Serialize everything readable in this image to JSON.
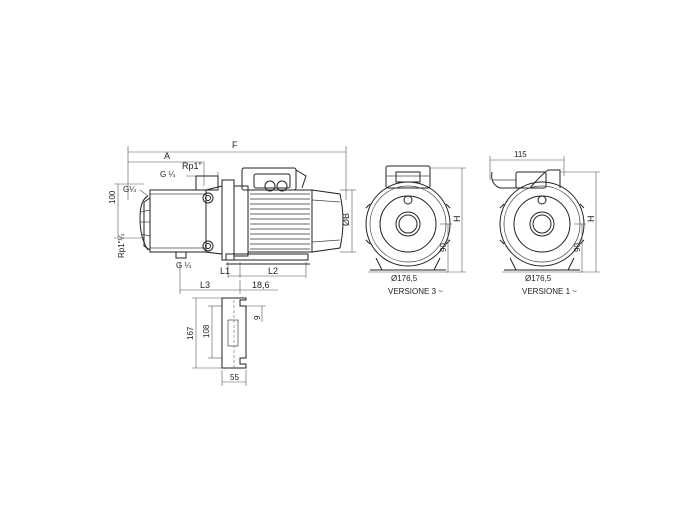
{
  "side_view": {
    "dimensions": {
      "F": "F",
      "A": "A",
      "rp1": "Rp1\"",
      "g_quarter_a": "G ¼",
      "g_quarter_left": "G¼",
      "g_quarter_bottom": "G ¼",
      "h100": "100",
      "rp1_quarter": "Rp1\"¼",
      "ob": "ØB",
      "L1": "L1",
      "L2": "L2",
      "L3": "L3",
      "l18": "18,6"
    }
  },
  "bracket_view": {
    "dimensions": {
      "h167": "167",
      "h108": "108",
      "h9": "9",
      "w55": "55"
    }
  },
  "front_view_3": {
    "dimensions": {
      "H": "H",
      "h90": "90",
      "diameter": "Ø176,5"
    },
    "caption": "VERSIONE 3 ~"
  },
  "front_view_1": {
    "dimensions": {
      "w115": "115",
      "H": "H",
      "h90": "90",
      "diameter": "Ø176,5"
    },
    "caption": "VERSIONE 1 ~"
  }
}
